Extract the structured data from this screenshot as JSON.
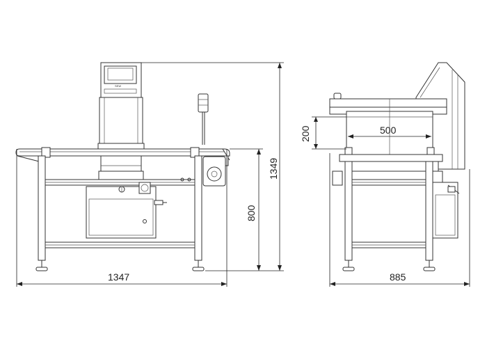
{
  "screen_label": "SEW",
  "dimensions": {
    "front_length": "1347",
    "front_conveyor_height": "800",
    "front_total_height": "1349",
    "side_width": "885",
    "side_tunnel_width": "500",
    "side_tunnel_height": "200"
  },
  "colors": {
    "line": "#333333",
    "background": "#ffffff"
  }
}
